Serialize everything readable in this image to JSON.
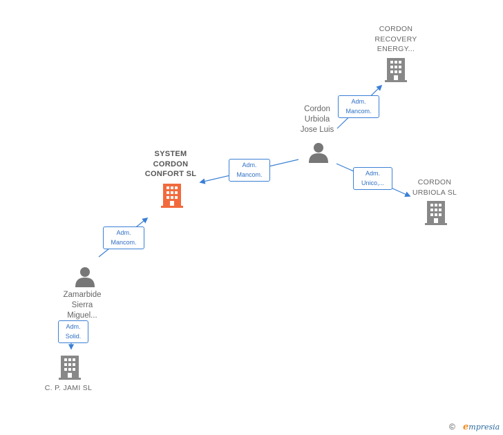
{
  "nodes": {
    "system_cordon": {
      "label": "SYSTEM\nCORDON\nCONFORT  SL",
      "highlight": true
    },
    "cordon_recovery": {
      "label": "CORDON\nRECOVERY\nENERGY..."
    },
    "cordon_urbiola_sl": {
      "label": "CORDON\nURBIOLA  SL"
    },
    "cp_jami": {
      "label": "C.  P.  JAMI  SL"
    },
    "cordon_jose_luis": {
      "label": "Cordon\nUrbiola\nJose Luis"
    },
    "zamarbide": {
      "label": "Zamarbide\nSierra\nMiguel..."
    }
  },
  "edges": {
    "jl_recovery": {
      "line1": "Adm.",
      "line2": "Mancom."
    },
    "jl_system": {
      "line1": "Adm.",
      "line2": "Mancom."
    },
    "jl_urbiola": {
      "line1": "Adm.",
      "line2": "Unico,..."
    },
    "zam_system": {
      "line1": "Adm.",
      "line2": "Mancom."
    },
    "zam_jami": {
      "line1": "Adm.",
      "line2": "Solid."
    }
  },
  "colors": {
    "edge": "#3a7fd5",
    "company": "#888888",
    "highlight": "#f26a3c",
    "person": "#777777"
  },
  "footer": {
    "copyright": "©",
    "brand_first": "e",
    "brand_rest": "mpresia"
  }
}
